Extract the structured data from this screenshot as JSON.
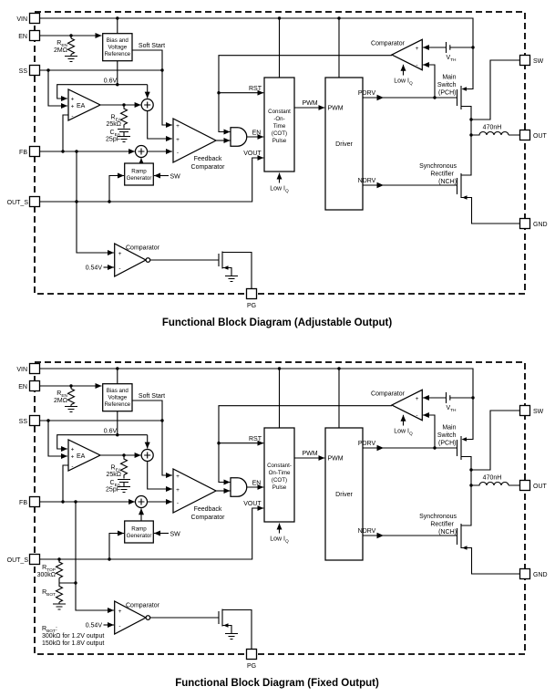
{
  "shared": {
    "pins": {
      "vin": "VIN",
      "en": "EN",
      "ss": "SS",
      "fb": "FB",
      "out_s": "OUT_S",
      "sw": "SW",
      "out": "OUT",
      "gnd": "GND",
      "pg": "PG"
    },
    "signs": {
      "plus": "+",
      "minus": "-"
    },
    "r_en": {
      "name": "R",
      "sub": "EN",
      "value": "2MΩ"
    },
    "bias": {
      "l1": "Bias and",
      "l2": "Voltage",
      "l3": "Reference"
    },
    "soft_start": "Soft Start",
    "vref": "0.6V",
    "ea": "EA",
    "r_ea": {
      "name": "R",
      "sub": "EA",
      "value": "25kΩ"
    },
    "c_ea": {
      "name": "C",
      "sub": "EA",
      "value": "25pF"
    },
    "fb_comp": {
      "l1": "Feedback",
      "l2": "Comparator"
    },
    "ramp": {
      "l1": "Ramp",
      "l2": "Generator"
    },
    "sw_label": "SW",
    "rst": "RST",
    "en_sig": "EN",
    "vout": "VOUT",
    "pwm": "PWM",
    "pwm_in": "PWM",
    "driver": "Driver",
    "low_iq": {
      "name": "Low I",
      "sub": "Q"
    },
    "pdrv": "PDRV",
    "ndrv": "NDRV",
    "comparator": "Comparator",
    "v_th": {
      "name": "V",
      "sub": "TH"
    },
    "main_switch": {
      "l1": "Main",
      "l2": "Switch",
      "l3": "(PCH)"
    },
    "sync_rect": {
      "l1": "Synchronous",
      "l2": "Rectifier",
      "l3": "(NCH)"
    },
    "inductor": "470nH",
    "pg_threshold": "0.54V"
  },
  "diagram1": {
    "title": "Functional Block Diagram (Adjustable Output)",
    "cot": {
      "l1": "Constant",
      "l2": "-On-",
      "l3": "Time",
      "l4": "(COT)",
      "l5": "Pulse"
    }
  },
  "diagram2": {
    "title": "Functional Block Diagram (Fixed Output)",
    "cot": {
      "l1": "Constant-",
      "l2": "On-Time",
      "l3": "(COT)",
      "l4": "Pulse"
    },
    "r_top": {
      "name": "R",
      "sub": "TOP",
      "value": "300kΩ"
    },
    "r_bot": {
      "name": "R",
      "sub": "BOT"
    },
    "note": {
      "name": "R",
      "sub": "BOT",
      "colon": ":",
      "l2": "300kΩ for 1.2V output",
      "l3": "150kΩ for 1.8V output"
    }
  }
}
